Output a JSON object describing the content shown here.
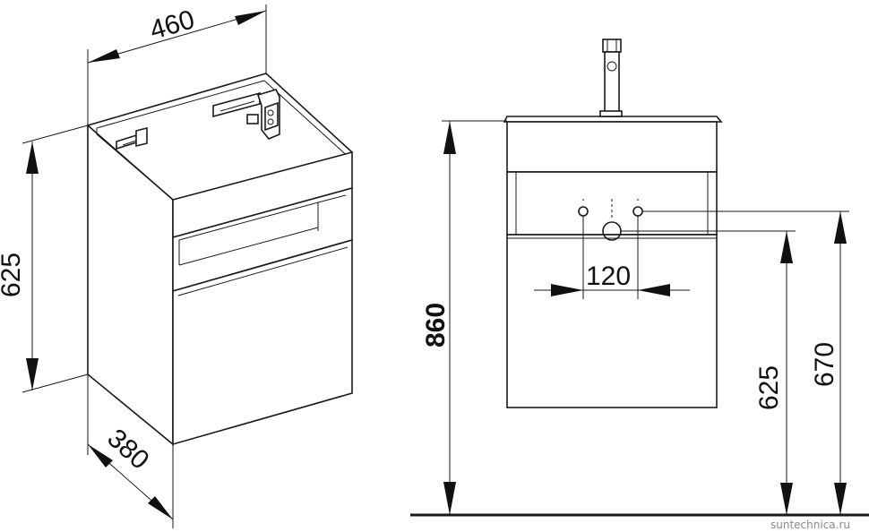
{
  "iso_view": {
    "width_label": "460",
    "height_label": "625",
    "depth_label": "380"
  },
  "front_view": {
    "total_height_label": "860",
    "tap_spacing_label": "120",
    "hole_height_label": "625",
    "overflow_height_label": "670"
  },
  "watermark": "suntechnica.ru"
}
